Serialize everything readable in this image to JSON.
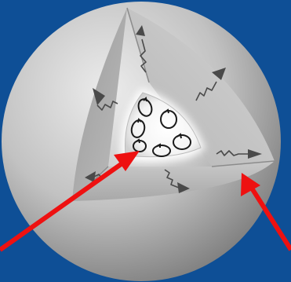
{
  "colors": {
    "background": "#0e4f96",
    "sphere_light": "#e6e6e6",
    "sphere_mid": "#b4b4b4",
    "sphere_dark": "#6e6e6e",
    "cut_face": "#bdbdbd",
    "core_glow": "#ffffff",
    "pointer_arrows": "#ee1111",
    "energy_arrows": "#4a4a4a",
    "convection_cells": "#1a1a1a"
  },
  "icons": {
    "pointers": "red-arrow-icon",
    "radiation": "squiggly-arrow-icon",
    "convection": "convection-loop-icon"
  },
  "pointer_arrow_count": 2,
  "radiation_arrow_count": 6,
  "convection_cell_count": 6
}
